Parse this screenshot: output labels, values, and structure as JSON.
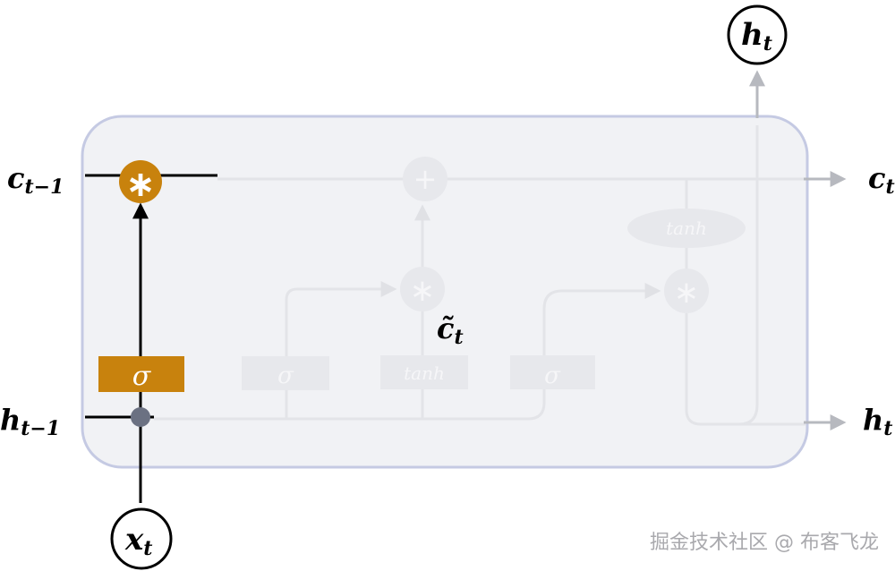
{
  "labels": {
    "c_prev": "c",
    "c_prev_sub": "t−1",
    "h_prev": "h",
    "h_prev_sub": "t−1",
    "x_in": "x",
    "x_in_sub": "t",
    "c_out": "c",
    "c_out_sub": "t",
    "h_out_right": "h",
    "h_out_right_sub": "t",
    "h_out_top": "h",
    "h_out_top_sub": "t",
    "c_tilde": "c̃",
    "c_tilde_sub": "t"
  },
  "gates": {
    "forget": "σ",
    "input": "σ",
    "candidate": "tanh",
    "output": "σ",
    "cell_tanh": "tanh"
  },
  "ops": {
    "forget_mult": "∗",
    "add": "+",
    "input_mult": "∗",
    "output_mult": "∗"
  },
  "watermark": "掘金技术社区 @ 布客飞龙",
  "colors": {
    "highlight": "#c8820d",
    "junction": "#6b7182",
    "cell_bg": "#f1f2f5",
    "cell_border": "#c5cae3"
  }
}
